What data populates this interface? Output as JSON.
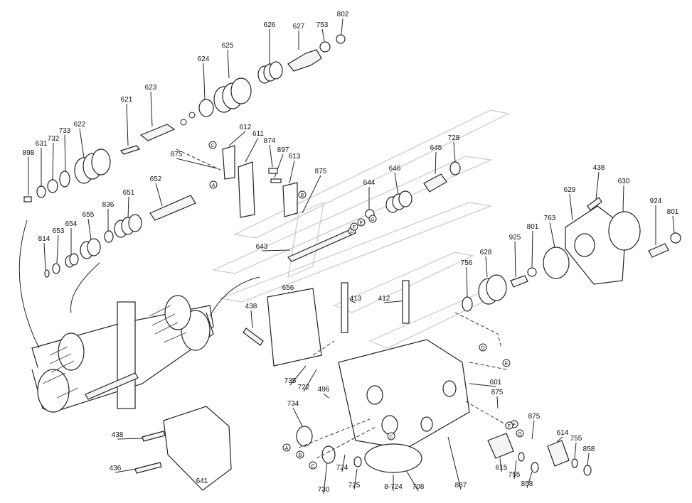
{
  "diagram": {
    "part_labels": [
      "802",
      "753",
      "627",
      "626",
      "625",
      "624",
      "623",
      "621",
      "622",
      "733",
      "732",
      "631",
      "898",
      "875",
      "612",
      "611",
      "874",
      "897",
      "613",
      "875",
      "728",
      "645",
      "646",
      "644",
      "652",
      "651",
      "836",
      "655",
      "654",
      "653",
      "814",
      "643",
      "438",
      "630",
      "629",
      "924",
      "801",
      "763",
      "801",
      "925",
      "628",
      "756",
      "656",
      "438",
      "413",
      "412",
      "735",
      "722",
      "496",
      "734",
      "601",
      "875",
      "875",
      "614",
      "755",
      "858",
      "755",
      "858",
      "615",
      "887",
      "708",
      "8-724",
      "725",
      "724",
      "730",
      "438",
      "436",
      "641"
    ],
    "callout_letters": [
      "A",
      "B",
      "C",
      "D",
      "E",
      "F",
      "G",
      "F",
      "A",
      "B",
      "C",
      "D",
      "E",
      "F",
      "G",
      "C"
    ]
  }
}
